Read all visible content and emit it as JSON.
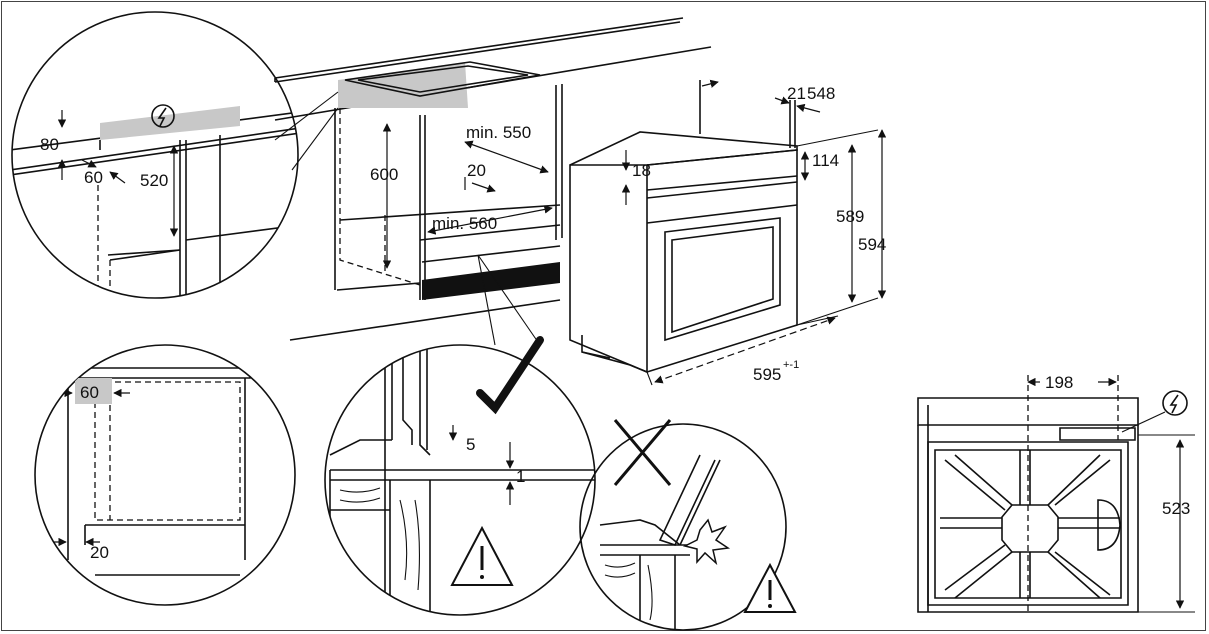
{
  "figure": {
    "labels": {
      "depth_21": "21",
      "depth_548": "548",
      "top_gap_18": "18",
      "panel_114": "114",
      "height_589": "589",
      "height_594": "594",
      "width_595": "595",
      "width_595_tolerance": "+-1",
      "niche_height_600": "600",
      "min_depth_550": "min. 550",
      "rear_gap_20": "20",
      "min_width_560": "min. 560",
      "hob_clearance_80": "80",
      "hob_offset_60": "60",
      "height_520": "520",
      "side_view_60": "60",
      "side_view_20": "20",
      "flush_gap_5": "5",
      "flush_gap_1": "1",
      "socket_offset_198": "198",
      "socket_height_523": "523"
    },
    "icons": [
      "lightning-icon",
      "check-icon",
      "cross-icon",
      "warning-icon",
      "burst-icon"
    ]
  }
}
